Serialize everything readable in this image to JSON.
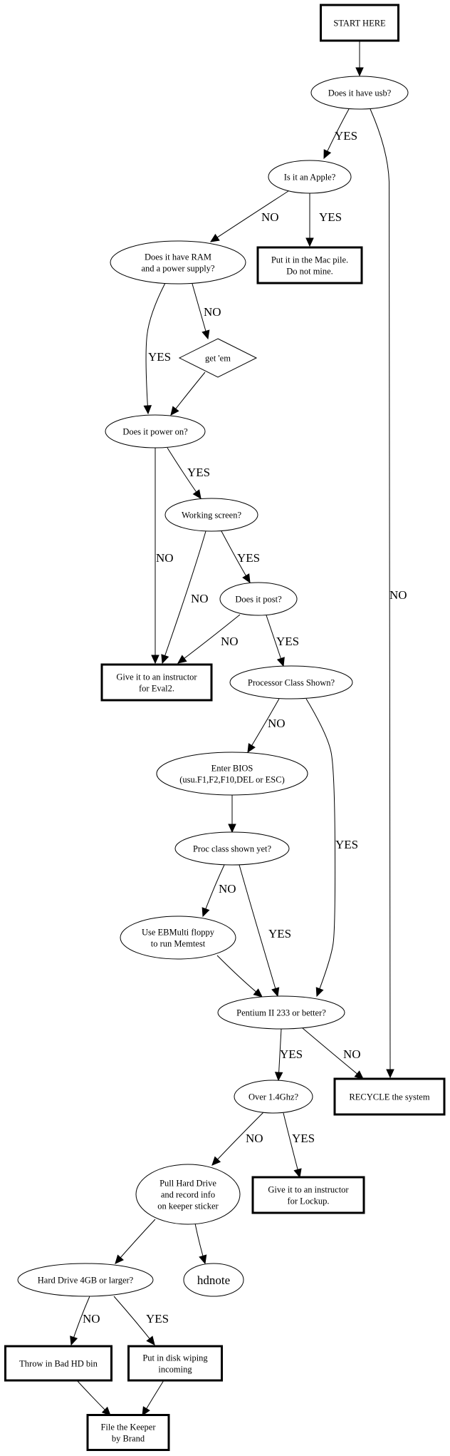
{
  "diagram": {
    "title": "Computer evaluation flowchart",
    "nodes": [
      {
        "id": "start",
        "shape": "box-bold",
        "lines": [
          "START HERE"
        ]
      },
      {
        "id": "usb",
        "shape": "ellipse",
        "lines": [
          "Does it have usb?"
        ]
      },
      {
        "id": "apple",
        "shape": "ellipse",
        "lines": [
          "Is it an Apple?"
        ]
      },
      {
        "id": "macpile",
        "shape": "box-bold",
        "lines": [
          "Put it in the Mac pile.",
          "Do not mine."
        ]
      },
      {
        "id": "ram",
        "shape": "ellipse",
        "lines": [
          "Does it have RAM",
          "and a power supply?"
        ]
      },
      {
        "id": "getem",
        "shape": "diamond",
        "lines": [
          "get 'em"
        ]
      },
      {
        "id": "poweron",
        "shape": "ellipse",
        "lines": [
          "Does it power on?"
        ]
      },
      {
        "id": "screen",
        "shape": "ellipse",
        "lines": [
          "Working screen?"
        ]
      },
      {
        "id": "post",
        "shape": "ellipse",
        "lines": [
          "Does it post?"
        ]
      },
      {
        "id": "eval2",
        "shape": "box-bold",
        "lines": [
          "Give it to an instructor",
          "for Eval2."
        ]
      },
      {
        "id": "procshown",
        "shape": "ellipse",
        "lines": [
          "Processor Class Shown?"
        ]
      },
      {
        "id": "bios",
        "shape": "ellipse",
        "lines": [
          "Enter BIOS",
          "(usu.F1,F2,F10,DEL or ESC)"
        ]
      },
      {
        "id": "procyet",
        "shape": "ellipse",
        "lines": [
          "Proc class shown yet?"
        ]
      },
      {
        "id": "ebmulti",
        "shape": "ellipse",
        "lines": [
          "Use EBMulti floppy",
          "to run Memtest"
        ]
      },
      {
        "id": "pentium",
        "shape": "ellipse",
        "lines": [
          "Pentium II 233 or better?"
        ]
      },
      {
        "id": "recycle",
        "shape": "box-bold",
        "lines": [
          "RECYCLE the system"
        ]
      },
      {
        "id": "ghz",
        "shape": "ellipse",
        "lines": [
          "Over 1.4Ghz?"
        ]
      },
      {
        "id": "pullhd",
        "shape": "ellipse",
        "lines": [
          "Pull Hard Drive",
          "and record info",
          "on keeper sticker"
        ]
      },
      {
        "id": "lockup",
        "shape": "box-bold",
        "lines": [
          "Give it to an instructor",
          "for Lockup."
        ]
      },
      {
        "id": "hd4gb",
        "shape": "ellipse",
        "lines": [
          "Hard Drive 4GB or larger?"
        ]
      },
      {
        "id": "hdnote",
        "shape": "ellipse-big",
        "lines": [
          "hdnote"
        ]
      },
      {
        "id": "badhd",
        "shape": "box-bold",
        "lines": [
          "Throw in Bad HD bin"
        ]
      },
      {
        "id": "wiping",
        "shape": "box-bold",
        "lines": [
          "Put in disk wiping",
          "incoming"
        ]
      },
      {
        "id": "keeper",
        "shape": "box-bold",
        "lines": [
          "File the Keeper",
          "by Brand"
        ]
      }
    ],
    "edges": [
      {
        "from": "start",
        "to": "usb",
        "label": ""
      },
      {
        "from": "usb",
        "to": "apple",
        "label": "YES"
      },
      {
        "from": "usb",
        "to": "recycle",
        "label": "NO"
      },
      {
        "from": "apple",
        "to": "ram",
        "label": "NO"
      },
      {
        "from": "apple",
        "to": "macpile",
        "label": "YES"
      },
      {
        "from": "ram",
        "to": "getem",
        "label": "NO"
      },
      {
        "from": "ram",
        "to": "poweron",
        "label": "YES"
      },
      {
        "from": "getem",
        "to": "poweron",
        "label": ""
      },
      {
        "from": "poweron",
        "to": "screen",
        "label": "YES"
      },
      {
        "from": "poweron",
        "to": "eval2",
        "label": "NO"
      },
      {
        "from": "screen",
        "to": "eval2",
        "label": "NO"
      },
      {
        "from": "screen",
        "to": "post",
        "label": "YES"
      },
      {
        "from": "post",
        "to": "eval2",
        "label": "NO"
      },
      {
        "from": "post",
        "to": "procshown",
        "label": "YES"
      },
      {
        "from": "procshown",
        "to": "bios",
        "label": "NO"
      },
      {
        "from": "procshown",
        "to": "pentium",
        "label": "YES"
      },
      {
        "from": "bios",
        "to": "procyet",
        "label": ""
      },
      {
        "from": "procyet",
        "to": "ebmulti",
        "label": "NO"
      },
      {
        "from": "procyet",
        "to": "pentium",
        "label": "YES"
      },
      {
        "from": "ebmulti",
        "to": "pentium",
        "label": ""
      },
      {
        "from": "pentium",
        "to": "ghz",
        "label": "YES"
      },
      {
        "from": "pentium",
        "to": "recycle",
        "label": "NO"
      },
      {
        "from": "ghz",
        "to": "pullhd",
        "label": "NO"
      },
      {
        "from": "ghz",
        "to": "lockup",
        "label": "YES"
      },
      {
        "from": "pullhd",
        "to": "hd4gb",
        "label": ""
      },
      {
        "from": "pullhd",
        "to": "hdnote",
        "label": ""
      },
      {
        "from": "hd4gb",
        "to": "badhd",
        "label": "NO"
      },
      {
        "from": "hd4gb",
        "to": "wiping",
        "label": "YES"
      },
      {
        "from": "badhd",
        "to": "keeper",
        "label": ""
      },
      {
        "from": "wiping",
        "to": "keeper",
        "label": ""
      }
    ]
  }
}
